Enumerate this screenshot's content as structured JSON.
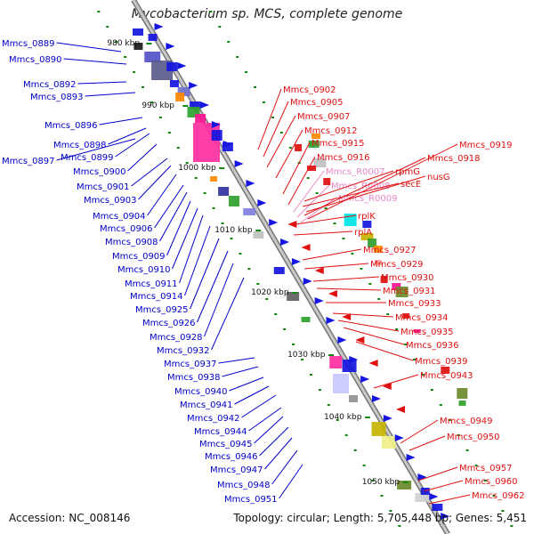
{
  "title": "Mycobacterium sp. MCS, complete genome",
  "accession": "Accession: NC_008146",
  "stats": "Topology: circular; Length: 5,705,448 bp; Genes: 5,451",
  "colors": {
    "forward": "#0000cc",
    "reverse": "#e01010",
    "rna": "#e888c8",
    "backbone": "#9a9a9a",
    "tick": "#118811"
  },
  "kbp_marks": [
    "980 kbp",
    "990 kbp",
    "1000 kbp",
    "1010 kbp",
    "1020 kbp",
    "1030 kbp",
    "1040 kbp",
    "1050 kbp"
  ],
  "left_labels": [
    "Mmcs_0889",
    "Mmcs_0890",
    "Mmcs_0892",
    "Mmcs_0893",
    "Mmcs_0896",
    "Mmcs_0898",
    "Mmcs_0899",
    "Mmcs_0897",
    "Mmcs_0900",
    "Mmcs_0901",
    "Mmcs_0903",
    "Mmcs_0904",
    "Mmcs_0906",
    "Mmcs_0908",
    "Mmcs_0909",
    "Mmcs_0910",
    "Mmcs_0911",
    "Mmcs_0914",
    "Mmcs_0925",
    "Mmcs_0926",
    "Mmcs_0928",
    "Mmcs_0932",
    "Mmcs_0937",
    "Mmcs_0938",
    "Mmcs_0940",
    "Mmcs_0941",
    "Mmcs_0942",
    "Mmcs_0944",
    "Mmcs_0945",
    "Mmcs_0946",
    "Mmcs_0947",
    "Mmcs_0948",
    "Mmcs_0951"
  ],
  "right_labels": [
    {
      "text": "Mmcs_0902",
      "type": "reverse"
    },
    {
      "text": "Mmcs_0905",
      "type": "reverse"
    },
    {
      "text": "Mmcs_0907",
      "type": "reverse"
    },
    {
      "text": "Mmcs_0912",
      "type": "reverse"
    },
    {
      "text": "Mmcs_0915",
      "type": "reverse"
    },
    {
      "text": "Mmcs_0916",
      "type": "reverse"
    },
    {
      "text": "Mmcs_R0007",
      "type": "rna"
    },
    {
      "text": "Mmcs_R0008",
      "type": "rna"
    },
    {
      "text": "Mmcs_R0009",
      "type": "rna"
    },
    {
      "text": "rpmG",
      "type": "reverse"
    },
    {
      "text": "secE",
      "type": "reverse"
    },
    {
      "text": "nusG",
      "type": "reverse"
    },
    {
      "text": "Mmcs_0919",
      "type": "reverse"
    },
    {
      "text": "Mmcs_0918",
      "type": "reverse"
    },
    {
      "text": "rplK",
      "type": "reverse"
    },
    {
      "text": "rplA",
      "type": "reverse"
    },
    {
      "text": "Mmcs_0927",
      "type": "reverse"
    },
    {
      "text": "Mmcs_0929",
      "type": "reverse"
    },
    {
      "text": "Mmcs_0930",
      "type": "reverse"
    },
    {
      "text": "Mmcs_0931",
      "type": "reverse"
    },
    {
      "text": "Mmcs_0933",
      "type": "reverse"
    },
    {
      "text": "Mmcs_0934",
      "type": "reverse"
    },
    {
      "text": "Mmcs_0935",
      "type": "reverse"
    },
    {
      "text": "Mmcs_0936",
      "type": "reverse"
    },
    {
      "text": "Mmcs_0939",
      "type": "reverse"
    },
    {
      "text": "Mmcs_0943",
      "type": "reverse"
    },
    {
      "text": "Mmcs_0949",
      "type": "reverse"
    },
    {
      "text": "Mmcs_0950",
      "type": "reverse"
    },
    {
      "text": "Mmcs_0957",
      "type": "reverse"
    },
    {
      "text": "Mmcs_0960",
      "type": "reverse"
    },
    {
      "text": "Mmcs_0962",
      "type": "reverse"
    }
  ]
}
